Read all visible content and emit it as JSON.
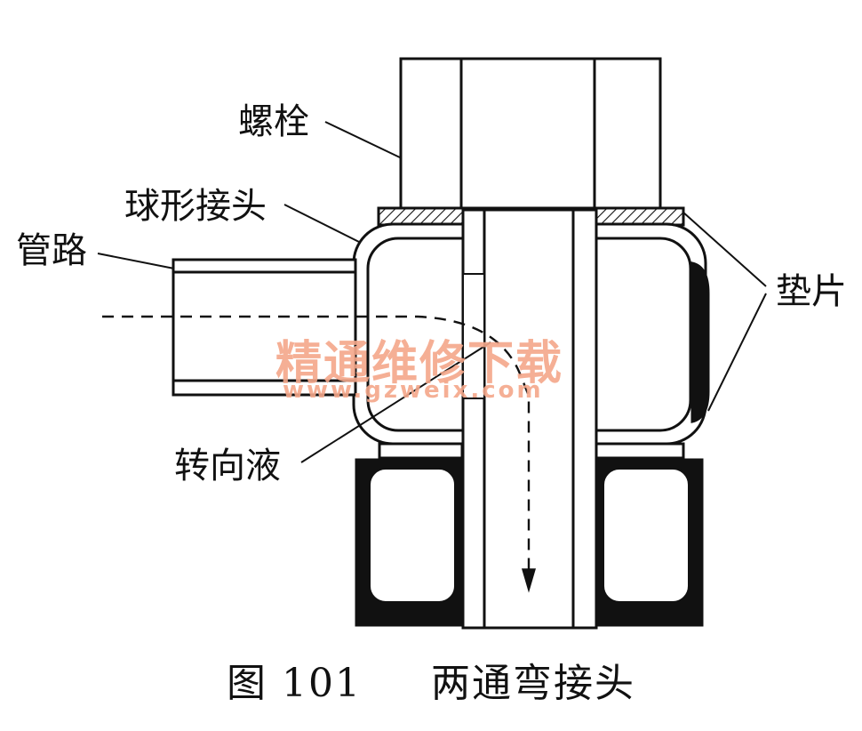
{
  "labels": {
    "bolt": "螺栓",
    "ball_joint": "球形接头",
    "pipe": "管路",
    "gasket": "垫片",
    "steering_fluid": "转向液"
  },
  "caption": {
    "figure_no": "图 101",
    "title": "两通弯接头"
  },
  "watermark": {
    "line1": "精通维修下载",
    "line2": "www.gzweix.com",
    "color": "#f4a78a"
  },
  "colors": {
    "line": "#111111",
    "background": "#ffffff"
  }
}
